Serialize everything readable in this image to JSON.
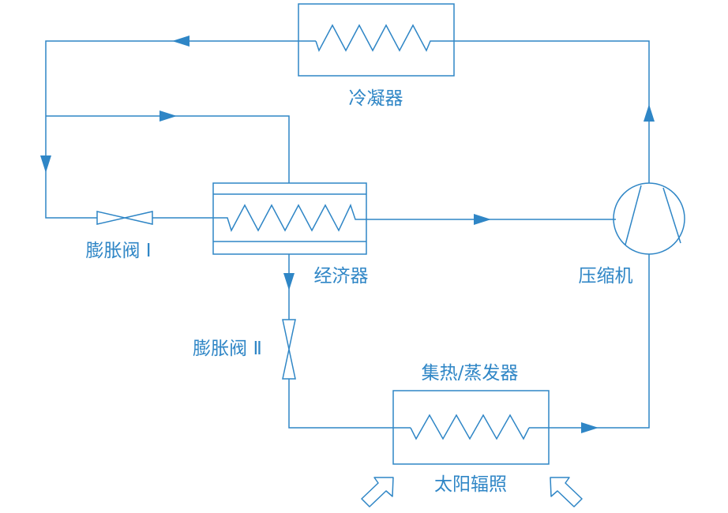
{
  "colors": {
    "line": "#2f86c6",
    "background": "#ffffff"
  },
  "labels": {
    "condenser": "冷凝器",
    "expansion_valve_1": "膨胀阀 Ⅰ",
    "economizer": "经济器",
    "compressor": "压缩机",
    "expansion_valve_2": "膨胀阀 Ⅱ",
    "collector_evaporator": "集热/蒸发器",
    "solar_radiation": "太阳辐照"
  },
  "icons": {
    "flow_arrows": "triangle-arrow-icon",
    "sun_rays": "hollow-arrow-icon",
    "heat_exchange_coil": "zigzag-coil-icon"
  }
}
